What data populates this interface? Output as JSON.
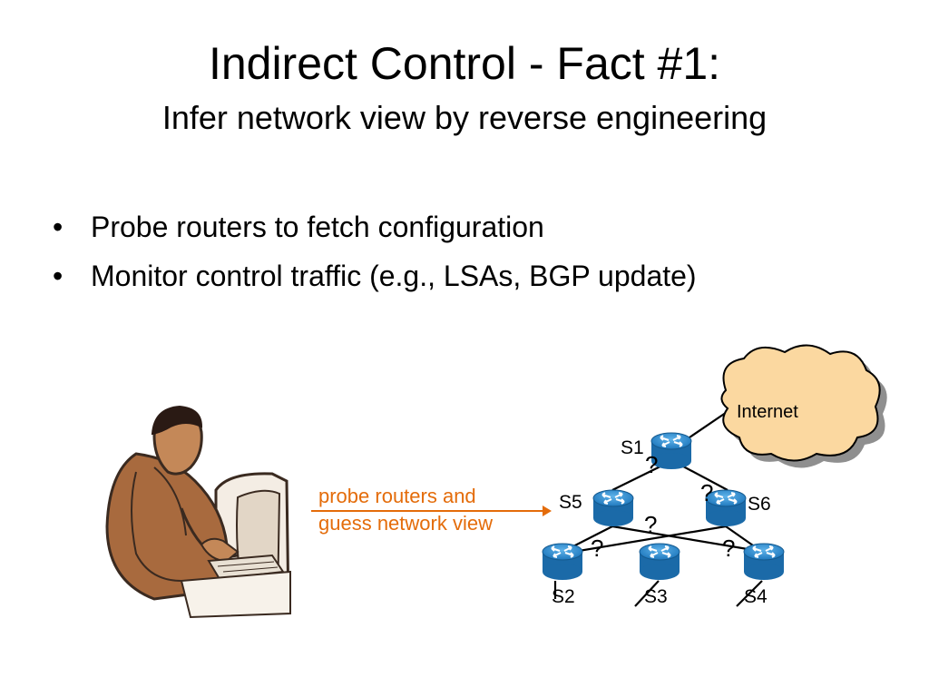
{
  "slide": {
    "title": "Indirect Control - Fact #1:",
    "subtitle": "Infer network view by reverse engineering",
    "bullets": [
      "Probe routers to fetch configuration",
      "Monitor control traffic (e.g., LSAs, BGP update)"
    ],
    "bullet_symbol": "•"
  },
  "diagram": {
    "probe_label_line1": "probe routers and",
    "probe_label_line2": "guess network view",
    "probe_color": "#E46C0A",
    "cloud_label": "Internet",
    "cloud_color": "#FBD8A0",
    "router_color": "#2A86C8",
    "routers": {
      "s1": "S1",
      "s2": "S2",
      "s3": "S3",
      "s4": "S4",
      "s5": "S5",
      "s6": "S6"
    },
    "unknown_link_marker": "?"
  }
}
